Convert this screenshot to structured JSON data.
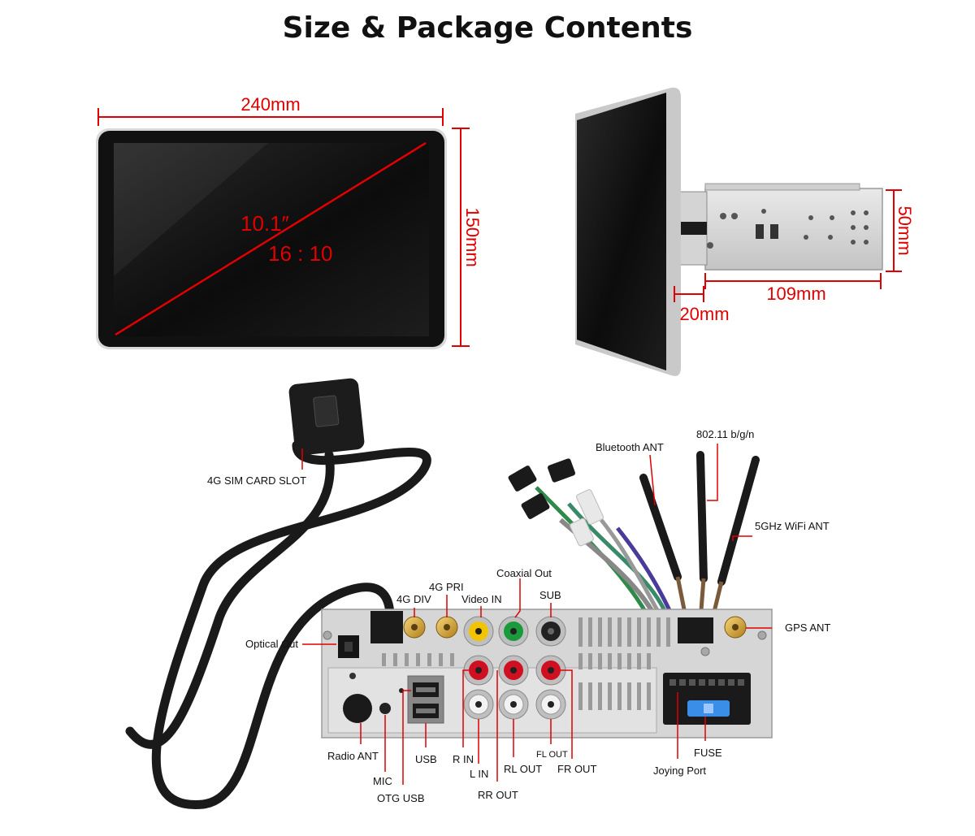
{
  "title": "Size & Package Contents",
  "dimensions": {
    "width": "240mm",
    "height": "150mm",
    "diagonal": "10.1″",
    "aspect": "16 : 10",
    "depth_chassis": "109mm",
    "depth_bezel": "20mm",
    "chassis_height": "50mm"
  },
  "labels": {
    "sim_slot": "4G SIM CARD SLOT",
    "bluetooth_ant": "Bluetooth ANT",
    "wifi_24": "802.11 b/g/n",
    "wifi_5": "5GHz WiFi ANT",
    "coaxial_out": "Coaxial Out",
    "g4_pri": "4G PRI",
    "g4_div": "4G DIV",
    "video_in": "Video IN",
    "sub": "SUB",
    "optical_out": "Optical Out",
    "gps_ant": "GPS ANT",
    "radio_ant": "Radio ANT",
    "mic": "MIC",
    "otg_usb": "OTG USB",
    "usb": "USB",
    "r_in": "R IN",
    "l_in": "L IN",
    "rr_out": "RR OUT",
    "rl_out": "RL OUT",
    "fl_out": "FL OUT",
    "fr_out": "FR OUT",
    "joying_port": "Joying Port",
    "fuse": "FUSE"
  },
  "colors": {
    "dimension_red": "#e00000",
    "rca_yellow": "#f2c400",
    "rca_green": "#1a9a3a",
    "rca_red": "#d01020",
    "fuse_blue": "#3a8ee8"
  }
}
